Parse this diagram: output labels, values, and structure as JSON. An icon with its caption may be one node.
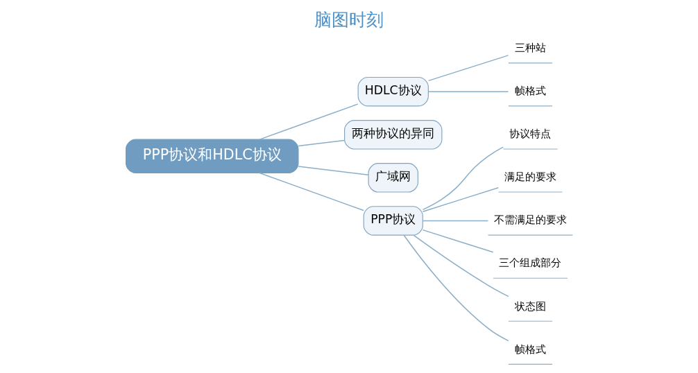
{
  "diagram": {
    "title": "脑图时刻",
    "nodes": [
      {
        "text": [
          "PPP协议和HDLC协议"
        ]
      },
      {
        "text": [
          "HDLC协议"
        ]
      },
      {
        "text": [
          "三种站"
        ]
      },
      {
        "text": [
          "帧格式"
        ]
      },
      {
        "text": [
          "两种协议的异同"
        ]
      },
      {
        "text": [
          "广域网"
        ]
      },
      {
        "text": [
          "PPP协议"
        ]
      },
      {
        "text": [
          "协议特点"
        ]
      },
      {
        "text": [
          "满足的要求"
        ]
      },
      {
        "text": [
          "不需满足的要求"
        ]
      },
      {
        "text": [
          "三个组成部分"
        ]
      },
      {
        "text": [
          "状态图"
        ]
      },
      {
        "text": [
          "帧格式"
        ]
      }
    ],
    "edges": [
      {
        "from": 0,
        "to": 1,
        "arrow": "none"
      },
      {
        "from": 1,
        "to": 2,
        "arrow": "none"
      },
      {
        "from": 1,
        "to": 3,
        "arrow": "none"
      },
      {
        "from": 0,
        "to": 4,
        "arrow": "none"
      },
      {
        "from": 0,
        "to": 5,
        "arrow": "none"
      },
      {
        "from": 0,
        "to": 6,
        "arrow": "none"
      },
      {
        "from": 6,
        "to": 7,
        "arrow": "none"
      },
      {
        "from": 6,
        "to": 8,
        "arrow": "none"
      },
      {
        "from": 6,
        "to": 9,
        "arrow": "none"
      },
      {
        "from": 6,
        "to": 10,
        "arrow": "none"
      },
      {
        "from": 6,
        "to": 11,
        "arrow": "none"
      },
      {
        "from": 6,
        "to": 12,
        "arrow": "none"
      }
    ]
  }
}
